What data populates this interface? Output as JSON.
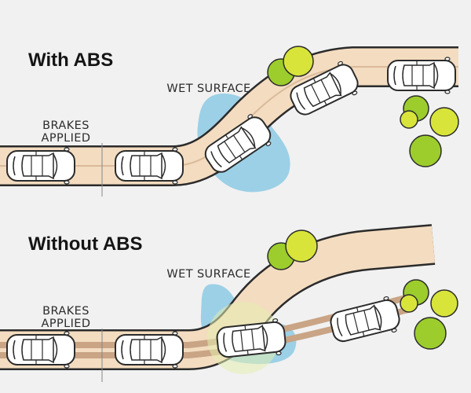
{
  "colors": {
    "background": "#f1f1f1",
    "road_fill": "#f3dcc0",
    "road_edge": "#2b2b2b",
    "tire_track": "#c9a485",
    "wet_patch": "#9cd0e6",
    "tree_yellow": "#d8e43a",
    "tree_green": "#9ccd2c",
    "car_body": "#ffffff"
  },
  "panels": [
    {
      "title": "With ABS",
      "brakes_label": [
        "BRAKES",
        "APPLIED"
      ],
      "wet_label": "WET SURFACE",
      "car_count": 5
    },
    {
      "title": "Without ABS",
      "brakes_label": [
        "BRAKES",
        "APPLIED"
      ],
      "wet_label": "WET SURFACE",
      "car_count": 4
    }
  ]
}
